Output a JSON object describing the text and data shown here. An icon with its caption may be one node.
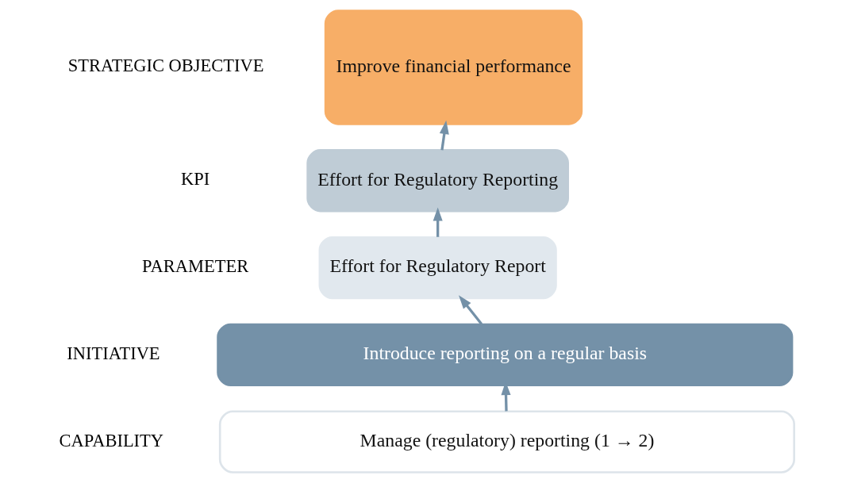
{
  "diagram": {
    "nodes": [
      {
        "text": [
          "Improve financial performance"
        ]
      },
      {
        "text": [
          "Effort for Regulatory Reporting"
        ]
      },
      {
        "text": [
          "Effort for Regulatory Report"
        ]
      },
      {
        "text": [
          "Introduce reporting on a regular basis"
        ]
      },
      {
        "text": [
          "Manage (regulatory) reporting (1 → 2)"
        ]
      }
    ],
    "edges": [
      {
        "from": 4,
        "to": 3,
        "arrow": "to"
      },
      {
        "from": 3,
        "to": 2,
        "arrow": "to"
      },
      {
        "from": 2,
        "to": 1,
        "arrow": "to"
      },
      {
        "from": 1,
        "to": 0,
        "arrow": "to"
      }
    ],
    "labels": [
      "STRATEGIC OBJECTIVE",
      "KPI",
      "PARAMETER",
      "INITIATIVE",
      "CAPABILITY"
    ]
  }
}
